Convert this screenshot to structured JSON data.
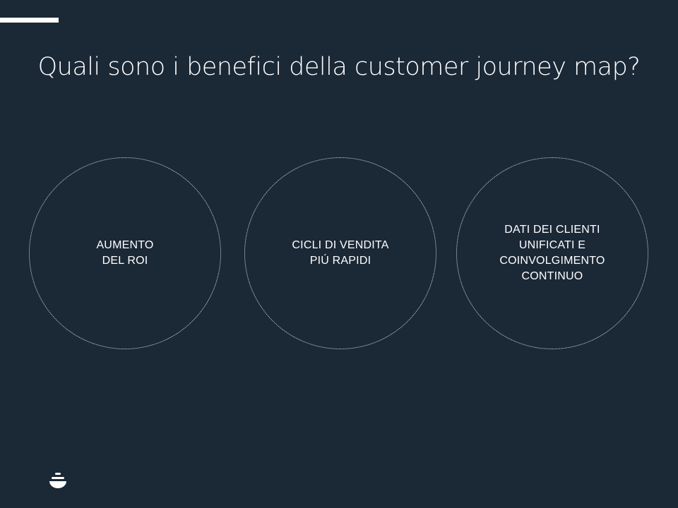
{
  "slide": {
    "title": "Quali sono i benefici della customer journey map?"
  },
  "benefits": [
    {
      "label": "AUMENTO\nDEL ROI"
    },
    {
      "label": "CICLI DI VENDITA\nPIÚ RAPIDI"
    },
    {
      "label": "DATI DEI CLIENTI\nUNIFICATI E\nCOINVOLGIMENTO\nCONTINUO"
    }
  ],
  "logo": {
    "icon": "brand-logo-icon"
  },
  "colors": {
    "background": "#1b2836",
    "text": "#ffffff"
  }
}
